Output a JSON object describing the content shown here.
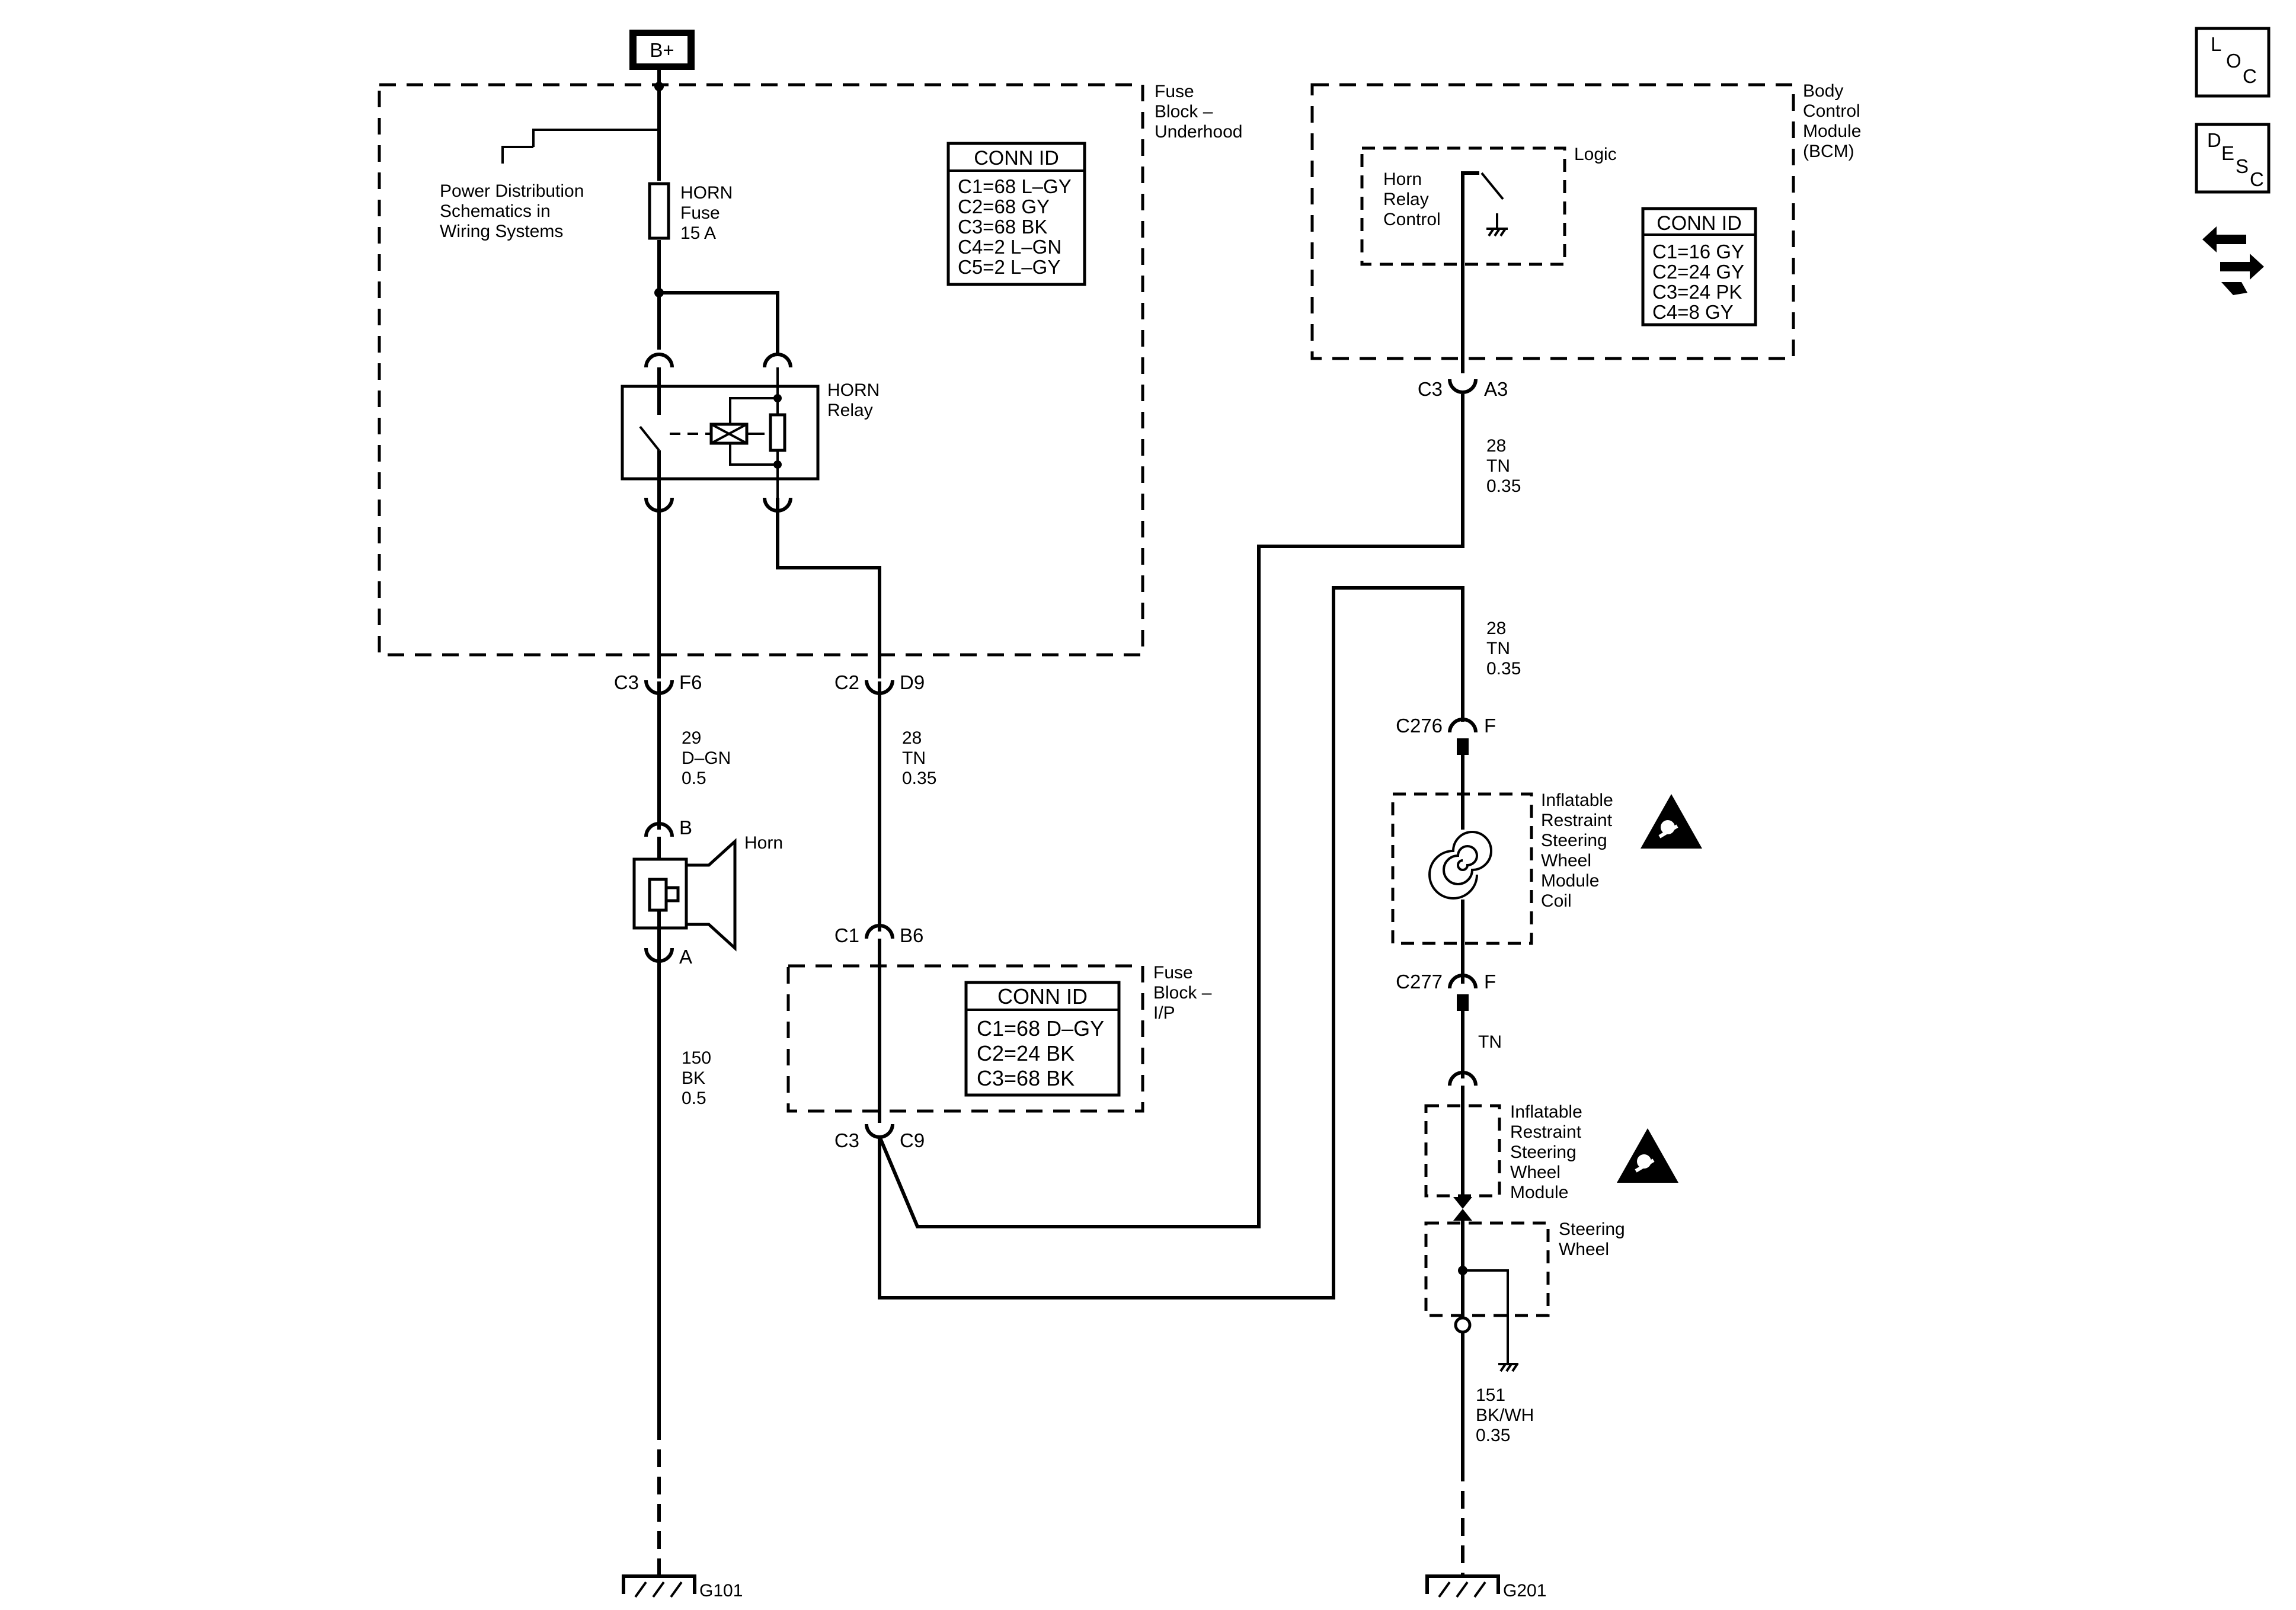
{
  "battery": {
    "label": "B+"
  },
  "fuse_block_underhood": {
    "title": [
      "Fuse",
      "Block –",
      "Underhood"
    ],
    "power_dist_note": [
      "Power Distribution",
      "Schematics in",
      "Wiring Systems"
    ],
    "horn_fuse": [
      "HORN",
      "Fuse",
      "15 A"
    ],
    "horn_relay": [
      "HORN",
      "Relay"
    ],
    "conn_id": {
      "title": "CONN ID",
      "rows": [
        "C1=68 L–GY",
        "C2=68 GY",
        "C3=68 BK",
        "C4=2 L–GN",
        "C5=2 L–GY"
      ]
    }
  },
  "bcm": {
    "title": [
      "Body",
      "Control",
      "Module",
      "(BCM)"
    ],
    "logic": "Logic",
    "horn_relay_control": [
      "Horn",
      "Relay",
      "Control"
    ],
    "conn_id": {
      "title": "CONN ID",
      "rows": [
        "C1=16 GY",
        "C2=24 GY",
        "C3=24 PK",
        "C4=8 GY"
      ]
    }
  },
  "fuse_block_ip": {
    "title": [
      "Fuse",
      "Block –",
      "I/P"
    ],
    "conn_id": {
      "title": "CONN ID",
      "rows": [
        "C1=68 D–GY",
        "C2=24 BK",
        "C3=68 BK"
      ]
    }
  },
  "connectors": {
    "c3_f6": [
      "C3",
      "F6"
    ],
    "c2_d9": [
      "C2",
      "D9"
    ],
    "c3_a3": [
      "C3",
      "A3"
    ],
    "c1_b6": [
      "C1",
      "B6"
    ],
    "c3_c9": [
      "C3",
      "C9"
    ],
    "c276_f": [
      "C276",
      "F"
    ],
    "c277_f": [
      "C277",
      "F"
    ]
  },
  "wires": {
    "w29": [
      "29",
      "D–GN",
      "0.5"
    ],
    "w28_d9": [
      "28",
      "TN",
      "0.35"
    ],
    "w28_bcm": [
      "28",
      "TN",
      "0.35"
    ],
    "w28_coil": [
      "28",
      "TN",
      "0.35"
    ],
    "w150": [
      "150",
      "BK",
      "0.5"
    ],
    "w151": [
      "151",
      "BK/WH",
      "0.35"
    ],
    "tn": "TN"
  },
  "horn": {
    "label": "Horn",
    "pin_b": "B",
    "pin_a": "A"
  },
  "coil": {
    "label": [
      "Inflatable",
      "Restraint",
      "Steering",
      "Wheel",
      "Module",
      "Coil"
    ]
  },
  "module": {
    "label": [
      "Inflatable",
      "Restraint",
      "Steering",
      "Wheel",
      "Module"
    ]
  },
  "steering_wheel": {
    "label": [
      "Steering",
      "Wheel"
    ]
  },
  "grounds": {
    "g101": "G101",
    "g201": "G201"
  },
  "nav_icons": {
    "loc": [
      "L",
      "O",
      "C"
    ],
    "desc": [
      "D",
      "E",
      "S",
      "C"
    ]
  }
}
